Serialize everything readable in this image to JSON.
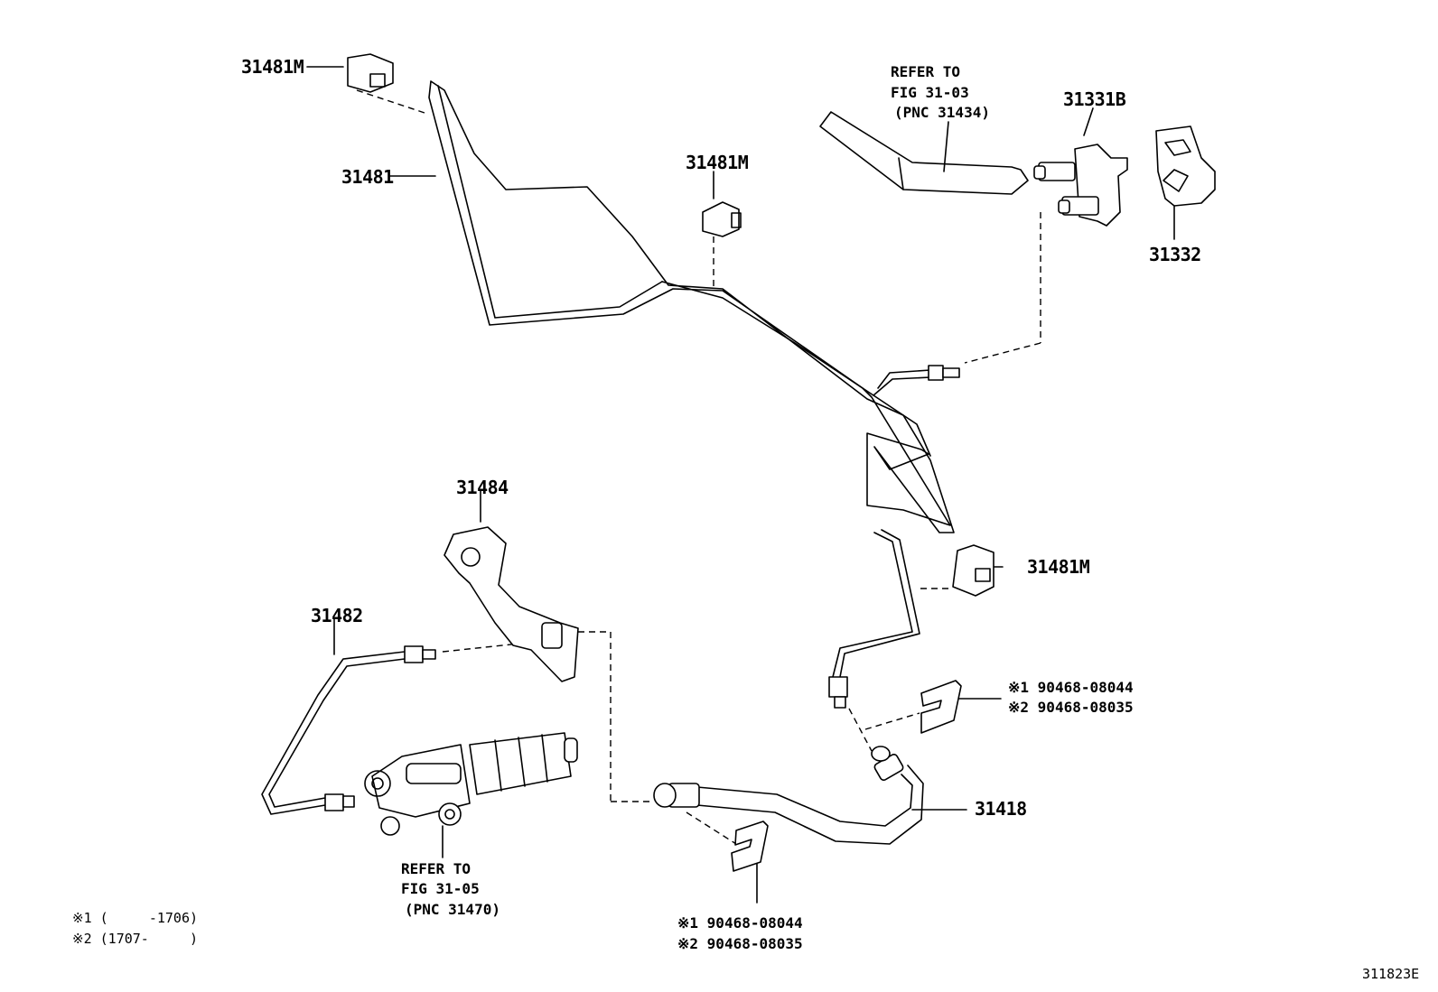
{
  "figure_code": "311823E",
  "parts": {
    "clamp_top_left": "31481M",
    "tube_upper": "31481",
    "clamp_mid": "31481M",
    "clamp_right": "31481M",
    "master_cylinder_union": "31331B",
    "gasket": "31332",
    "bracket": "31484",
    "tube_lower": "31482",
    "flexible_hose": "31418"
  },
  "refers": {
    "upper": [
      "REFER TO",
      "FIG 31-03",
      "(PNC 31434)"
    ],
    "lower": [
      "REFER TO",
      "FIG 31-05",
      "(PNC 31470)"
    ]
  },
  "clips": {
    "right": [
      "※1 90468-08044",
      "※2 90468-08035"
    ],
    "bottom": [
      "※1 90468-08044",
      "※2 90468-08035"
    ]
  },
  "notes": [
    "※1 (     -1706)",
    "※2 (1707-     )"
  ]
}
